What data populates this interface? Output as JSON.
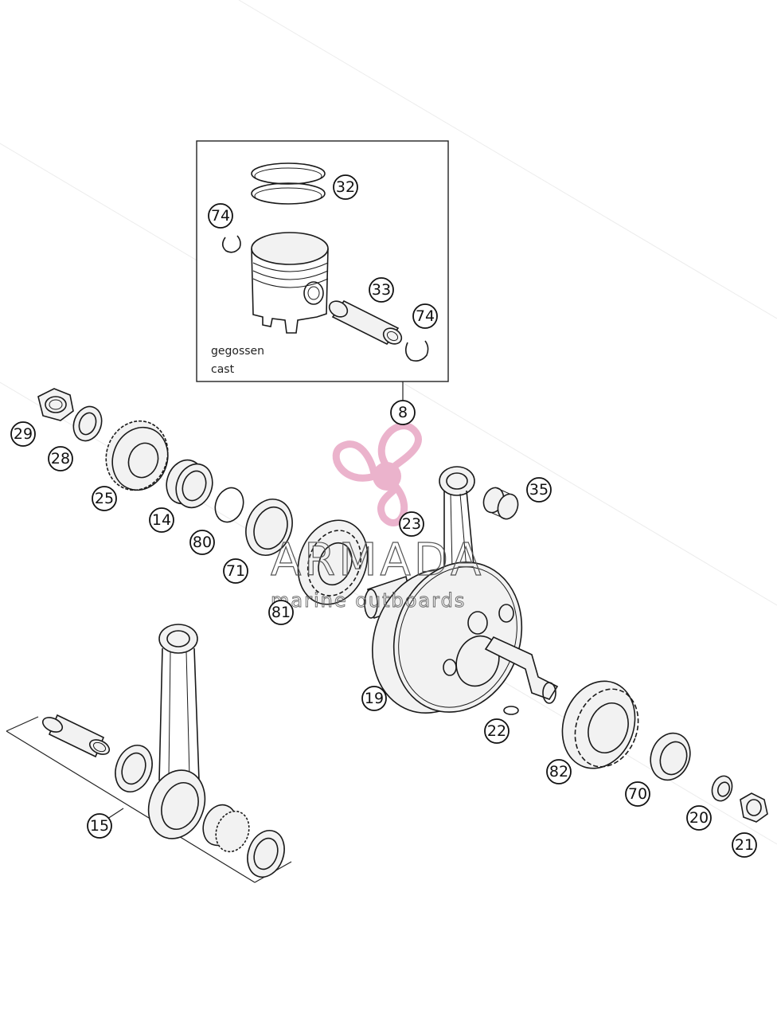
{
  "inset": {
    "line1": "gegossen",
    "line2": "cast"
  },
  "watermark": {
    "brand": "ARMADA",
    "tagline": "marine outboards",
    "accent_color": "#e8a6c4"
  },
  "callouts": [
    {
      "id": "c32",
      "label": "32"
    },
    {
      "id": "c74a",
      "label": "74"
    },
    {
      "id": "c33",
      "label": "33"
    },
    {
      "id": "c74b",
      "label": "74"
    },
    {
      "id": "c8",
      "label": "8"
    },
    {
      "id": "c29",
      "label": "29"
    },
    {
      "id": "c28",
      "label": "28"
    },
    {
      "id": "c25",
      "label": "25"
    },
    {
      "id": "c14",
      "label": "14"
    },
    {
      "id": "c80",
      "label": "80"
    },
    {
      "id": "c71",
      "label": "71"
    },
    {
      "id": "c81",
      "label": "81"
    },
    {
      "id": "c23",
      "label": "23"
    },
    {
      "id": "c35",
      "label": "35"
    },
    {
      "id": "c19",
      "label": "19"
    },
    {
      "id": "c22",
      "label": "22"
    },
    {
      "id": "c82",
      "label": "82"
    },
    {
      "id": "c70",
      "label": "70"
    },
    {
      "id": "c20",
      "label": "20"
    },
    {
      "id": "c21",
      "label": "21"
    },
    {
      "id": "c15",
      "label": "15"
    }
  ]
}
